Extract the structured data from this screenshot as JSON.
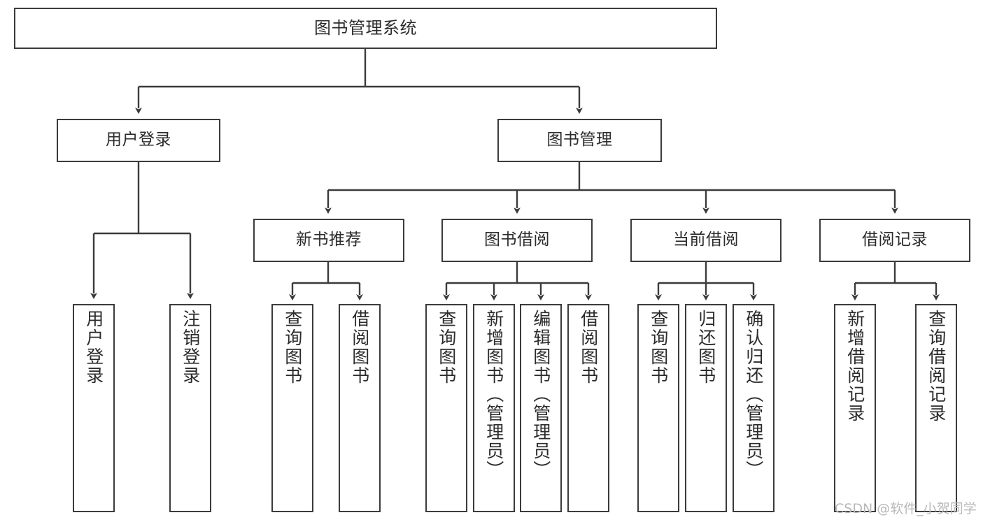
{
  "diagram": {
    "title": "图书管理系统",
    "type": "tree-hierarchy",
    "watermark": "CSDN @软件_小贺同学",
    "colors": {
      "stroke": "#3b3b3b",
      "fill": "#ffffff",
      "text": "#2b2b2b",
      "watermark": "#b9b9b9"
    }
  },
  "nodes": {
    "root": {
      "label": "图书管理系统"
    },
    "level2": [
      {
        "id": "user-login",
        "label": "用户登录"
      },
      {
        "id": "book-manage",
        "label": "图书管理"
      }
    ],
    "level3": [
      {
        "id": "new-book-recommend",
        "label": "新书推荐"
      },
      {
        "id": "book-borrow",
        "label": "图书借阅"
      },
      {
        "id": "current-borrow",
        "label": "当前借阅"
      },
      {
        "id": "borrow-record",
        "label": "借阅记录"
      }
    ],
    "leaves": {
      "user_login": [
        {
          "id": "leaf-user-login",
          "label": "用户登录"
        },
        {
          "id": "leaf-logout-login",
          "label": "注销登录"
        }
      ],
      "new_book_recommend": [
        {
          "id": "leaf-query-book-1",
          "label": "查询图书"
        },
        {
          "id": "leaf-borrow-book-1",
          "label": "借阅图书"
        }
      ],
      "book_borrow": [
        {
          "id": "leaf-query-book-2",
          "label": "查询图书"
        },
        {
          "id": "leaf-add-book",
          "label": "新增图书（管理员）"
        },
        {
          "id": "leaf-edit-book",
          "label": "编辑图书（管理员）"
        },
        {
          "id": "leaf-borrow-book-2",
          "label": "借阅图书"
        }
      ],
      "current_borrow": [
        {
          "id": "leaf-query-book-3",
          "label": "查询图书"
        },
        {
          "id": "leaf-return-book",
          "label": "归还图书"
        },
        {
          "id": "leaf-confirm-return",
          "label": "确认归还（管理员）"
        }
      ],
      "borrow_record": [
        {
          "id": "leaf-add-record",
          "label": "新增借阅记录"
        },
        {
          "id": "leaf-query-record",
          "label": "查询借阅记录"
        }
      ]
    }
  }
}
